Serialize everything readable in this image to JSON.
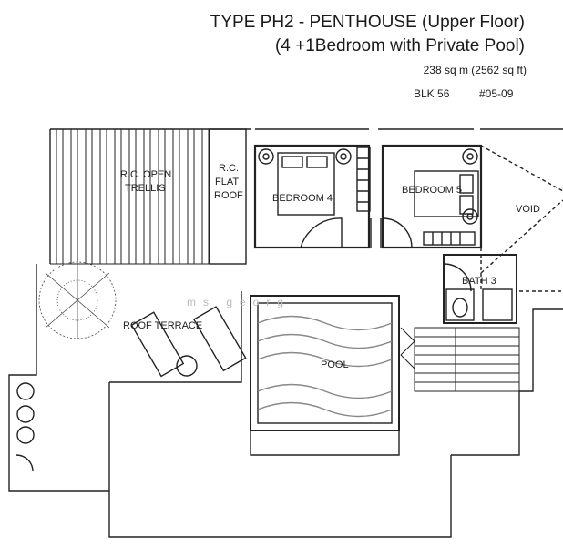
{
  "header": {
    "title": "TYPE PH2 - PENTHOUSE (Upper Floor)",
    "subtitle": "(4 +1Bedroom with Private Pool)",
    "area": "238 sq m (2562 sq ft)",
    "block": "BLK 56",
    "unit": "#05-09"
  },
  "rooms": {
    "trellis_line1": "R.C. OPEN",
    "trellis_line2": "TRELLIS",
    "flat_roof_line1": "R.C.",
    "flat_roof_line2": "FLAT",
    "flat_roof_line3": "ROOF",
    "bedroom4": "BEDROOM 4",
    "bedroom5": "BEDROOM 5",
    "void": "VOID",
    "bath3": "BATH 3",
    "roof_terrace": "ROOF TERRACE",
    "pool": "POOL"
  },
  "watermark": "ms  georg"
}
